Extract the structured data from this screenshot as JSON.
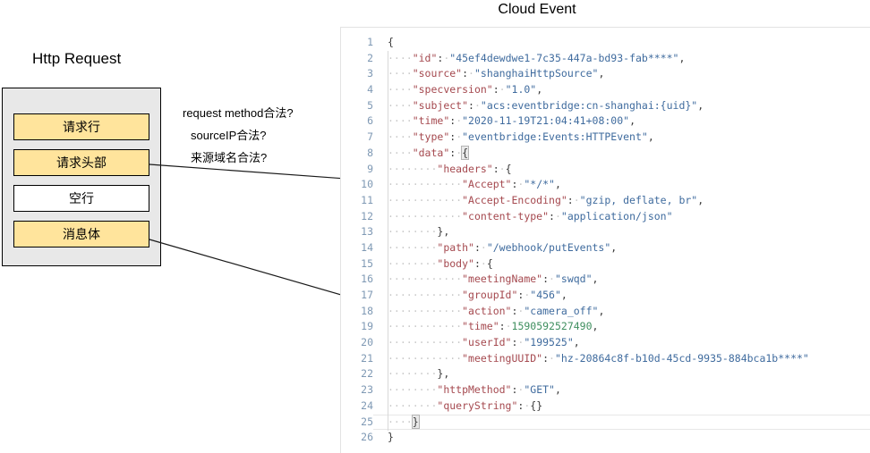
{
  "diagram": {
    "title": "Http Request",
    "container_fill": "#e8e8e8",
    "layers": [
      {
        "label": "请求行",
        "fill": "#ffe49c"
      },
      {
        "label": "请求头部",
        "fill": "#ffe49c"
      },
      {
        "label": "空行",
        "fill": "#ffffff"
      },
      {
        "label": "消息体",
        "fill": "#ffe49c"
      }
    ]
  },
  "annotations": {
    "lines": [
      "request method合法?",
      "sourceIP合法?",
      "来源域名合法?"
    ]
  },
  "editor": {
    "title": "Cloud Event",
    "current_line": 25,
    "colors": {
      "key": "#a5494f",
      "string": "#3f6b9e",
      "number": "#3f8f5f",
      "punct": "#3a3a3a",
      "line_number": "#7f99b4",
      "whitespace_dot": "#c9c9c9",
      "guide": "#d8d8d8",
      "bracket_match_bg": "#e9e9e9",
      "bracket_match_border": "#b4b4b4",
      "current_line_border": "#e7e7e7",
      "panel_border": "#e3e3e3"
    },
    "lines": [
      {
        "n": 1,
        "t": [
          [
            "p",
            "{"
          ]
        ]
      },
      {
        "n": 2,
        "t": [
          [
            "w",
            4
          ],
          [
            "k",
            "\"id\""
          ],
          [
            "p",
            ":"
          ],
          [
            "w",
            1
          ],
          [
            "s",
            "\"45ef4dewdwe1-7c35-447a-bd93-fab****\""
          ],
          [
            "p",
            ","
          ]
        ]
      },
      {
        "n": 3,
        "t": [
          [
            "w",
            4
          ],
          [
            "k",
            "\"source\""
          ],
          [
            "p",
            ":"
          ],
          [
            "w",
            1
          ],
          [
            "s",
            "\"shanghaiHttpSource\""
          ],
          [
            "p",
            ","
          ]
        ]
      },
      {
        "n": 4,
        "t": [
          [
            "w",
            4
          ],
          [
            "k",
            "\"specversion\""
          ],
          [
            "p",
            ":"
          ],
          [
            "w",
            1
          ],
          [
            "s",
            "\"1.0\""
          ],
          [
            "p",
            ","
          ]
        ]
      },
      {
        "n": 5,
        "t": [
          [
            "w",
            4
          ],
          [
            "k",
            "\"subject\""
          ],
          [
            "p",
            ":"
          ],
          [
            "w",
            1
          ],
          [
            "s",
            "\"acs:eventbridge:cn-shanghai:{uid}\""
          ],
          [
            "p",
            ","
          ]
        ]
      },
      {
        "n": 6,
        "t": [
          [
            "w",
            4
          ],
          [
            "k",
            "\"time\""
          ],
          [
            "p",
            ":"
          ],
          [
            "w",
            1
          ],
          [
            "s",
            "\"2020-11-19T21:04:41+08:00\""
          ],
          [
            "p",
            ","
          ]
        ]
      },
      {
        "n": 7,
        "t": [
          [
            "w",
            4
          ],
          [
            "k",
            "\"type\""
          ],
          [
            "p",
            ":"
          ],
          [
            "w",
            1
          ],
          [
            "s",
            "\"eventbridge:Events:HTTPEvent\""
          ],
          [
            "p",
            ","
          ]
        ]
      },
      {
        "n": 8,
        "t": [
          [
            "w",
            4
          ],
          [
            "k",
            "\"data\""
          ],
          [
            "p",
            ":"
          ],
          [
            "w",
            1
          ],
          [
            "b",
            "{"
          ]
        ]
      },
      {
        "n": 9,
        "t": [
          [
            "w",
            8
          ],
          [
            "k",
            "\"headers\""
          ],
          [
            "p",
            ":"
          ],
          [
            "w",
            1
          ],
          [
            "p",
            "{"
          ]
        ]
      },
      {
        "n": 10,
        "t": [
          [
            "w",
            12
          ],
          [
            "k",
            "\"Accept\""
          ],
          [
            "p",
            ":"
          ],
          [
            "w",
            1
          ],
          [
            "s",
            "\"*/*\""
          ],
          [
            "p",
            ","
          ]
        ]
      },
      {
        "n": 11,
        "t": [
          [
            "w",
            12
          ],
          [
            "k",
            "\"Accept-Encoding\""
          ],
          [
            "p",
            ":"
          ],
          [
            "w",
            1
          ],
          [
            "s",
            "\"gzip, deflate, br\""
          ],
          [
            "p",
            ","
          ]
        ]
      },
      {
        "n": 12,
        "t": [
          [
            "w",
            12
          ],
          [
            "k",
            "\"content-type\""
          ],
          [
            "p",
            ":"
          ],
          [
            "w",
            1
          ],
          [
            "s",
            "\"application/json\""
          ]
        ]
      },
      {
        "n": 13,
        "t": [
          [
            "w",
            8
          ],
          [
            "p",
            "},"
          ]
        ]
      },
      {
        "n": 14,
        "t": [
          [
            "w",
            8
          ],
          [
            "k",
            "\"path\""
          ],
          [
            "p",
            ":"
          ],
          [
            "w",
            1
          ],
          [
            "s",
            "\"/webhook/putEvents\""
          ],
          [
            "p",
            ","
          ]
        ]
      },
      {
        "n": 15,
        "t": [
          [
            "w",
            8
          ],
          [
            "k",
            "\"body\""
          ],
          [
            "p",
            ":"
          ],
          [
            "w",
            1
          ],
          [
            "p",
            "{"
          ]
        ]
      },
      {
        "n": 16,
        "t": [
          [
            "w",
            12
          ],
          [
            "k",
            "\"meetingName\""
          ],
          [
            "p",
            ":"
          ],
          [
            "w",
            1
          ],
          [
            "s",
            "\"swqd\""
          ],
          [
            "p",
            ","
          ]
        ]
      },
      {
        "n": 17,
        "t": [
          [
            "w",
            12
          ],
          [
            "k",
            "\"groupId\""
          ],
          [
            "p",
            ":"
          ],
          [
            "w",
            1
          ],
          [
            "s",
            "\"456\""
          ],
          [
            "p",
            ","
          ]
        ]
      },
      {
        "n": 18,
        "t": [
          [
            "w",
            12
          ],
          [
            "k",
            "\"action\""
          ],
          [
            "p",
            ":"
          ],
          [
            "w",
            1
          ],
          [
            "s",
            "\"camera_off\""
          ],
          [
            "p",
            ","
          ]
        ]
      },
      {
        "n": 19,
        "t": [
          [
            "w",
            12
          ],
          [
            "k",
            "\"time\""
          ],
          [
            "p",
            ":"
          ],
          [
            "w",
            1
          ],
          [
            "n2",
            "1590592527490"
          ],
          [
            "p",
            ","
          ]
        ]
      },
      {
        "n": 20,
        "t": [
          [
            "w",
            12
          ],
          [
            "k",
            "\"userId\""
          ],
          [
            "p",
            ":"
          ],
          [
            "w",
            1
          ],
          [
            "s",
            "\"199525\""
          ],
          [
            "p",
            ","
          ]
        ]
      },
      {
        "n": 21,
        "t": [
          [
            "w",
            12
          ],
          [
            "k",
            "\"meetingUUID\""
          ],
          [
            "p",
            ":"
          ],
          [
            "w",
            1
          ],
          [
            "s",
            "\"hz-20864c8f-b10d-45cd-9935-884bca1b****\""
          ]
        ]
      },
      {
        "n": 22,
        "t": [
          [
            "w",
            8
          ],
          [
            "p",
            "},"
          ]
        ]
      },
      {
        "n": 23,
        "t": [
          [
            "w",
            8
          ],
          [
            "k",
            "\"httpMethod\""
          ],
          [
            "p",
            ":"
          ],
          [
            "w",
            1
          ],
          [
            "s",
            "\"GET\""
          ],
          [
            "p",
            ","
          ]
        ]
      },
      {
        "n": 24,
        "t": [
          [
            "w",
            8
          ],
          [
            "k",
            "\"queryString\""
          ],
          [
            "p",
            ":"
          ],
          [
            "w",
            1
          ],
          [
            "p",
            "{}"
          ]
        ]
      },
      {
        "n": 25,
        "t": [
          [
            "w",
            4
          ],
          [
            "b",
            "}"
          ]
        ]
      },
      {
        "n": 26,
        "t": [
          [
            "p",
            "}"
          ]
        ]
      }
    ]
  }
}
